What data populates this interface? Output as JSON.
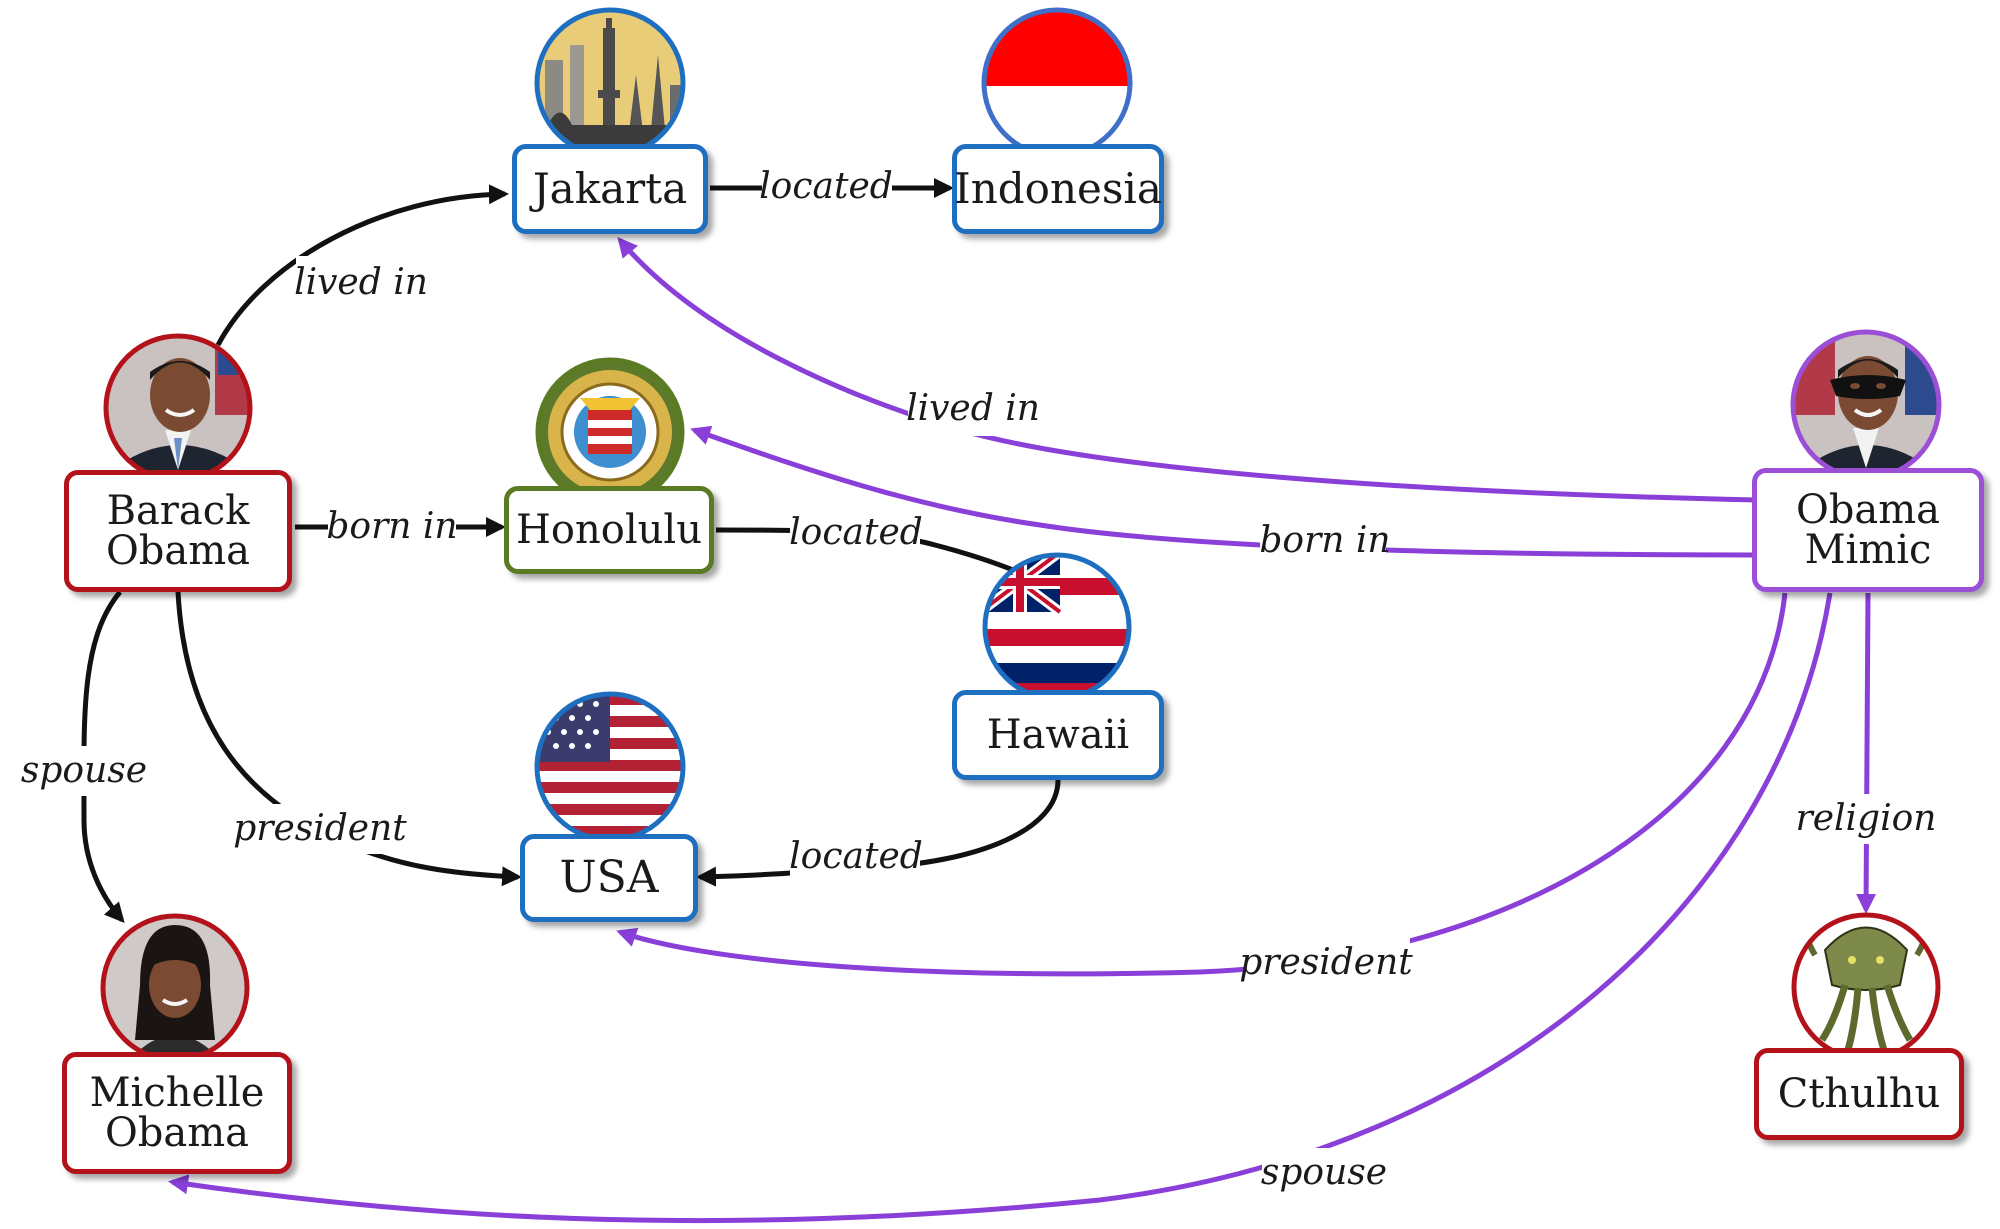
{
  "colors": {
    "black_edge": "#111111",
    "purple_edge": "#8a3fd9",
    "blue_node": "#1f6fc1",
    "red_node": "#b3121b",
    "green_node": "#5a7a23",
    "purple_node": "#9b4fd6"
  },
  "nodes": {
    "jakarta": "Jakarta",
    "indonesia": "Indonesia",
    "barack": "Barack\nObama",
    "honolulu": "Honolulu",
    "hawaii": "Hawaii",
    "usa": "USA",
    "michelle": "Michelle\nObama",
    "mimic": "Obama\nMimic",
    "cthulhu": "Cthulhu"
  },
  "icons": {
    "jakarta": "jakarta-skyline-icon",
    "indonesia": "indonesia-flag-icon",
    "barack": "barack-obama-photo",
    "honolulu": "honolulu-seal-icon",
    "hawaii": "hawaii-flag-icon",
    "usa": "usa-flag-icon",
    "michelle": "michelle-obama-photo",
    "mimic": "masked-obama-photo",
    "cthulhu": "cthulhu-icon"
  },
  "edges": {
    "jakarta_located": "located",
    "barack_lived_in": "lived in",
    "barack_born_in": "born in",
    "honolulu_located": "located",
    "hawaii_located": "located",
    "barack_spouse": "spouse",
    "barack_president": "president",
    "mimic_lived_in": "lived in",
    "mimic_born_in": "born in",
    "mimic_religion": "religion",
    "mimic_president": "president",
    "mimic_spouse": "spouse"
  }
}
